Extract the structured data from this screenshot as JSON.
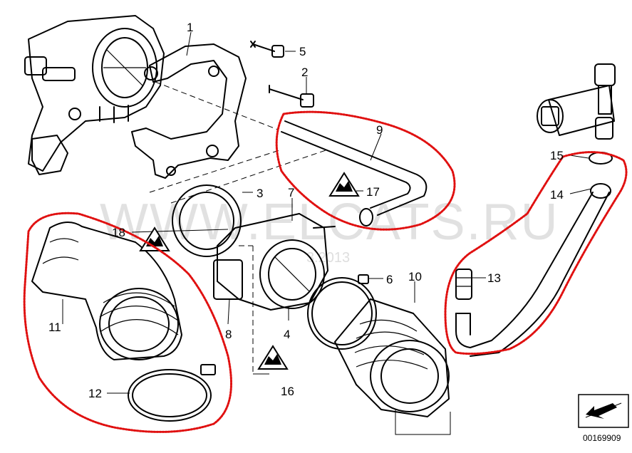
{
  "watermark": {
    "main": "WWW.ELCATS.RU",
    "sub": "3.2013"
  },
  "diagram_code": "00169909",
  "callouts": [
    {
      "id": "1",
      "text": "1"
    },
    {
      "id": "2",
      "text": "2"
    },
    {
      "id": "3",
      "text": "3"
    },
    {
      "id": "4",
      "text": "4"
    },
    {
      "id": "5",
      "text": "5"
    },
    {
      "id": "6",
      "text": "6"
    },
    {
      "id": "7",
      "text": "7"
    },
    {
      "id": "8",
      "text": "8"
    },
    {
      "id": "9",
      "text": "9"
    },
    {
      "id": "10",
      "text": "10"
    },
    {
      "id": "11",
      "text": "11"
    },
    {
      "id": "12",
      "text": "12"
    },
    {
      "id": "13",
      "text": "13"
    },
    {
      "id": "14",
      "text": "14"
    },
    {
      "id": "15",
      "text": "15"
    },
    {
      "id": "16",
      "text": "16"
    },
    {
      "id": "17",
      "text": "17"
    },
    {
      "id": "18",
      "text": "18"
    }
  ],
  "highlight_color": "#e01010",
  "icons": [
    "warning-triangle-icon",
    "direction-arrow-icon"
  ]
}
